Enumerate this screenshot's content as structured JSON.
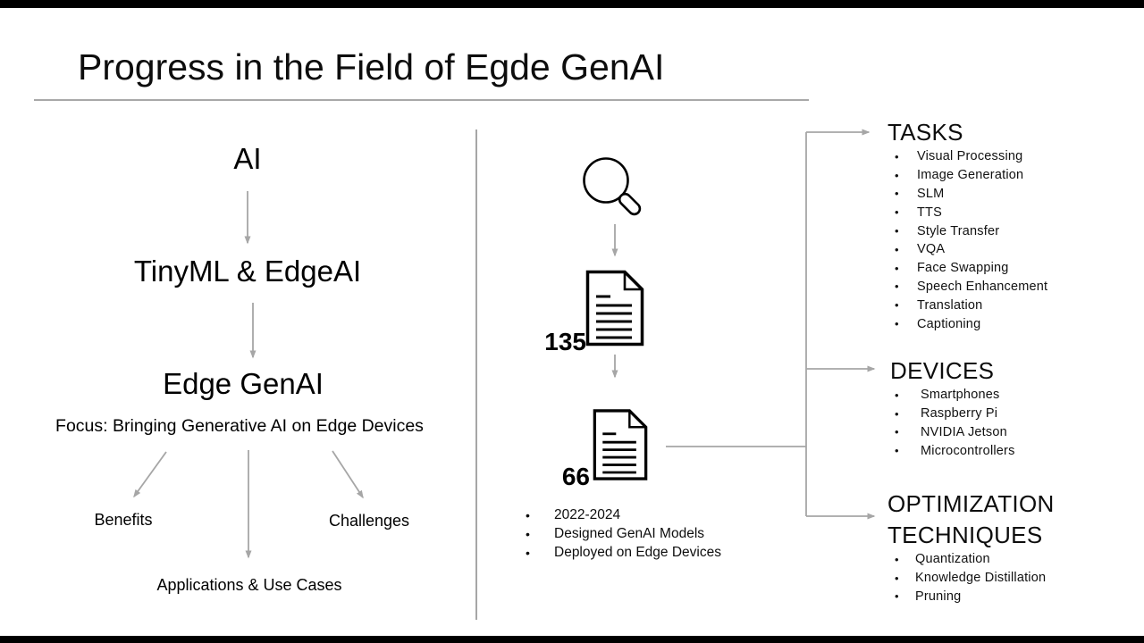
{
  "title": "Progress in the Field of Egde GenAI",
  "flow": {
    "node_ai": "AI",
    "node_tinyml": "TinyML & EdgeAI",
    "node_edge_genai": "Edge GenAI",
    "focus": "Focus: Bringing Generative AI on Edge Devices",
    "branch_benefits": "Benefits",
    "branch_applications": "Applications & Use Cases",
    "branch_challenges": "Challenges"
  },
  "survey": {
    "search_icon": "magnifying-glass-icon",
    "paper_icon": "document-icon",
    "found_count": "135",
    "selected_count": "66",
    "criteria": [
      "2022-2024",
      "Designed GenAI Models",
      "Deployed on Edge Devices"
    ]
  },
  "categories": {
    "tasks": {
      "heading": "TASKS",
      "items": [
        "Visual Processing",
        "Image Generation",
        "SLM",
        "TTS",
        "Style Transfer",
        "VQA",
        "Face Swapping",
        "Speech Enhancement",
        "Translation",
        "Captioning"
      ]
    },
    "devices": {
      "heading": "DEVICES",
      "items": [
        "Smartphones",
        "Raspberry Pi",
        "NVIDIA Jetson",
        "Microcontrollers"
      ]
    },
    "optimization": {
      "heading": "OPTIMIZATION TECHNIQUES",
      "items": [
        "Quantization",
        "Knowledge Distillation",
        "Pruning"
      ]
    }
  },
  "colors": {
    "background": "#ffffff",
    "text": "#000000",
    "connector_gray": "#a6a6a6",
    "letterbox": "#000000"
  }
}
